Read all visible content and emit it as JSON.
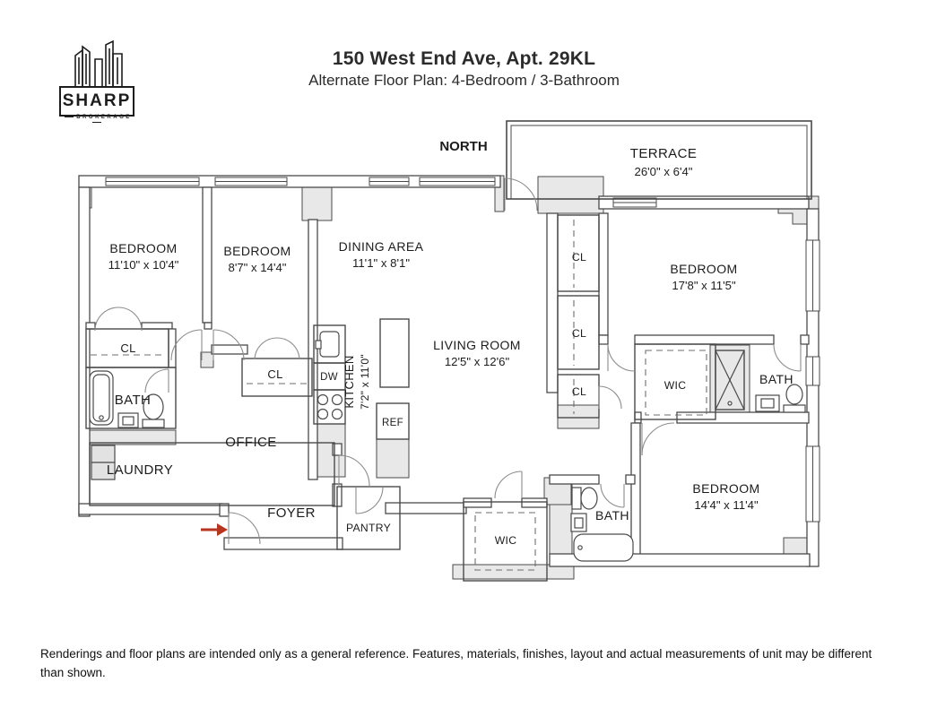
{
  "header": {
    "logo": {
      "brand": "SHARP",
      "sub": "BROKERAGE",
      "icon": "city-skyline-icon"
    },
    "title": "150 West End Ave, Apt. 29KL",
    "subtitle": "Alternate Floor Plan:  4-Bedroom / 3-Bathroom"
  },
  "floor_plan": {
    "north_label": "NORTH",
    "closet_label": "CL",
    "rooms": {
      "terrace": {
        "name": "TERRACE",
        "dims": "26'0\" x 6'4\""
      },
      "bedroom_1": {
        "name": "BEDROOM",
        "dims": "11'10\" x 10'4\""
      },
      "bedroom_2": {
        "name": "BEDROOM",
        "dims": "8'7\" x 14'4\""
      },
      "dining_area": {
        "name": "DINING AREA",
        "dims": "11'1\" x 8'1\""
      },
      "living_room": {
        "name": "LIVING ROOM",
        "dims": "12'5\" x 12'6\""
      },
      "kitchen": {
        "name": "KITCHEN",
        "dims": "7'2\" x 11'0\""
      },
      "bedroom_3": {
        "name": "BEDROOM",
        "dims": "17'8\" x 11'5\""
      },
      "bedroom_4": {
        "name": "BEDROOM",
        "dims": "14'4\" x 11'4\""
      },
      "office": {
        "name": "OFFICE"
      },
      "laundry": {
        "name": "LAUNDRY"
      },
      "foyer": {
        "name": "FOYER"
      },
      "pantry": {
        "name": "PANTRY"
      },
      "bath_left": {
        "name": "BATH"
      },
      "bath_upper_right": {
        "name": "BATH"
      },
      "bath_lower": {
        "name": "BATH"
      },
      "wic_upper": {
        "name": "WIC"
      },
      "wic_lower": {
        "name": "WIC"
      }
    },
    "appliances": {
      "dishwasher": "DW",
      "refrigerator": "REF"
    }
  },
  "footer": {
    "disclaimer": "Renderings and floor plans are intended only as a general reference. Features, materials, finishes, layout and actual measurements of unit may be different than shown."
  },
  "colors": {
    "wall_line": "#4a4a4a",
    "wall_fill": "#e8e8e8",
    "door_arc": "#8c8c8c",
    "entry_arrow": "#b5351f",
    "text": "#1c1c1c"
  }
}
